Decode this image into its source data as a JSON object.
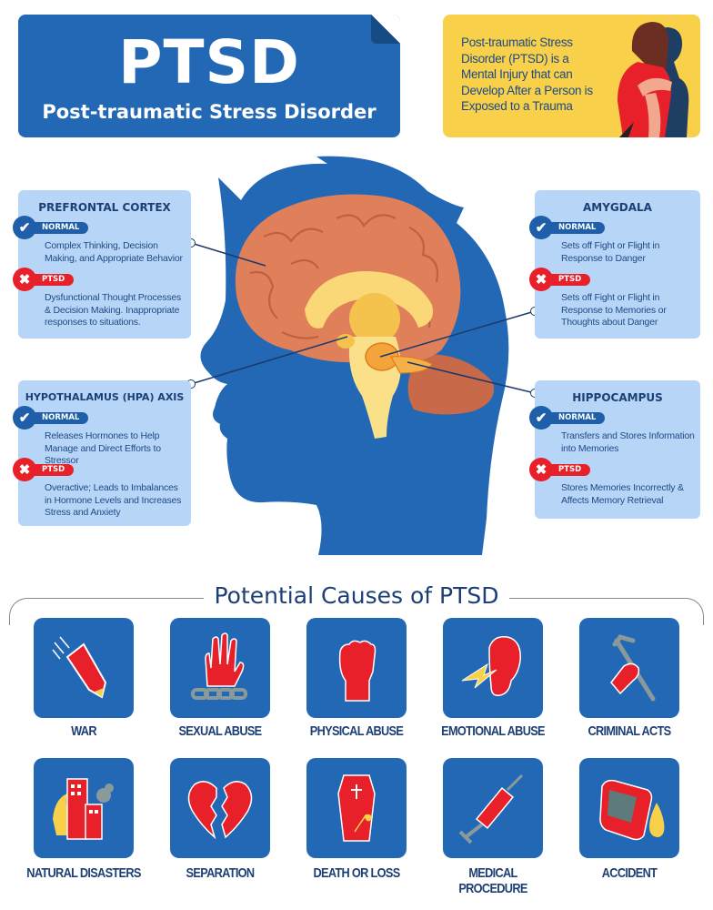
{
  "header": {
    "title": "PTSD",
    "subtitle": "Post-traumatic Stress Disorder"
  },
  "definition": {
    "text": "Post-traumatic Stress Disorder (PTSD) is a Mental Injury that can Develop After a Person is Exposed to a Trauma"
  },
  "badges": {
    "normal": "NORMAL",
    "ptsd": "PTSD"
  },
  "brain_regions": [
    {
      "name": "PREFRONTAL CORTEX",
      "normal": "Complex Thinking, Decision Making, and Appropriate Behavior",
      "ptsd": "Dysfunctional Thought Processes & Decision Making.  Inappropriate responses to situations."
    },
    {
      "name": "AMYGDALA",
      "normal": "Sets off Fight or Flight in Response to Danger",
      "ptsd": "Sets off Fight or Flight in Response to Memories or Thoughts about Danger"
    },
    {
      "name": "HYPOTHALAMUS (HPA) AXIS",
      "normal": "Releases Hormones to Help Manage and Direct Efforts to Stressor",
      "ptsd": "Overactive; Leads to Imbalances in Hormone Levels and Increases Stress and Anxiety"
    },
    {
      "name": "HIPPOCAMPUS",
      "normal": "Transfers and Stores Information into Memories",
      "ptsd": "Stores Memories Incorrectly & Affects Memory Retrieval"
    }
  ],
  "causes": {
    "title": "Potential Causes of PTSD",
    "items": [
      {
        "label": "WAR",
        "icon": "missile-icon"
      },
      {
        "label": "SEXUAL ABUSE",
        "icon": "chained-hand-icon"
      },
      {
        "label": "PHYSICAL ABUSE",
        "icon": "fist-icon"
      },
      {
        "label": "EMOTIONAL ABUSE",
        "icon": "ear-lightning-icon"
      },
      {
        "label": "CRIMINAL ACTS",
        "icon": "crowbar-icon"
      },
      {
        "label": "NATURAL DISASTERS",
        "icon": "burning-buildings-icon"
      },
      {
        "label": "SEPARATION",
        "icon": "broken-heart-icon"
      },
      {
        "label": "DEATH OR LOSS",
        "icon": "coffin-icon"
      },
      {
        "label": "MEDICAL PROCEDURE",
        "icon": "syringe-icon"
      },
      {
        "label": "ACCIDENT",
        "icon": "overturned-car-icon"
      }
    ]
  },
  "colors": {
    "primary_blue": "#2368b5",
    "dark_navy": "#1d3f73",
    "card_blue": "#b7d6f7",
    "yellow": "#f8d04a",
    "red": "#e8202a",
    "brain": "#e0805a",
    "limbic": "#f9d270"
  }
}
